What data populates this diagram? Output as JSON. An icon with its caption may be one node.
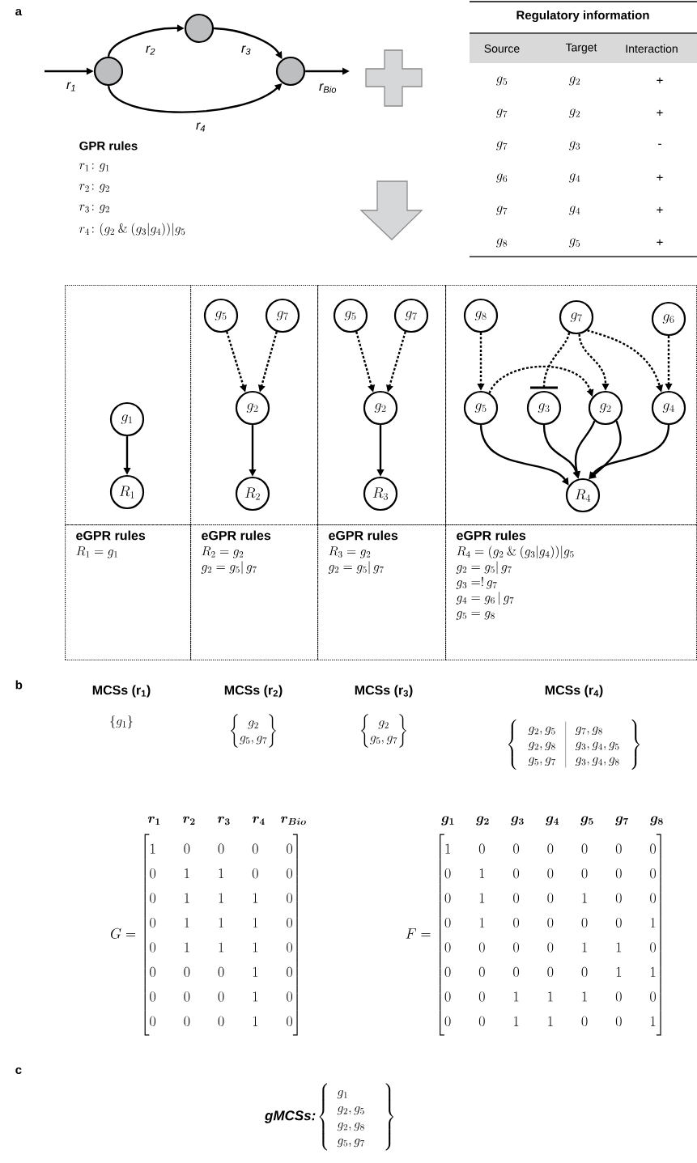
{
  "diagram": {
    "nodes": [
      {
        "text": [],
        "shape": "circle"
      },
      {
        "text": [],
        "shape": "circle"
      },
      {
        "text": [],
        "shape": "circle"
      },
      {
        "text": [],
        "shape": "box"
      },
      {
        "text": [
          "g_1"
        ],
        "in": 3
      },
      {
        "text": [
          "R_1"
        ],
        "in": 3
      },
      {
        "text": [],
        "shape": "box"
      },
      {
        "text": [
          "g_5"
        ],
        "in": 6
      },
      {
        "text": [
          "g_7"
        ],
        "in": 6
      },
      {
        "text": [
          "g_2"
        ],
        "in": 6
      },
      {
        "text": [
          "R_2"
        ],
        "in": 6
      },
      {
        "text": [],
        "shape": "box"
      },
      {
        "text": [
          "g_5"
        ],
        "in": 11
      },
      {
        "text": [
          "g_7"
        ],
        "in": 11
      },
      {
        "text": [
          "g_2"
        ],
        "in": 11
      },
      {
        "text": [
          "R_3"
        ],
        "in": 11
      },
      {
        "text": [],
        "shape": "box"
      },
      {
        "text": [
          "g_8"
        ],
        "in": 16
      },
      {
        "text": [
          "g_7"
        ],
        "in": 16
      },
      {
        "text": [
          "g_6"
        ],
        "in": 16
      },
      {
        "text": [
          "g_5"
        ],
        "in": 16
      },
      {
        "text": [
          "g_3"
        ],
        "in": 16
      },
      {
        "text": [
          "g_2"
        ],
        "in": 16
      },
      {
        "text": [
          "g_4"
        ],
        "in": 16
      },
      {
        "text": [
          "R_4"
        ],
        "in": 16
      },
      {
        "text": [
          "eGPR rules",
          "R_1 = g_1"
        ]
      },
      {
        "text": [
          "eGPR rules",
          "R_2 = g_2",
          "g_2 = g_5|\\, g_7"
        ]
      },
      {
        "text": [
          "eGPR rules",
          "R_3 = g_2",
          "g_2 = g_5|\\, g_7"
        ]
      },
      {
        "text": [
          "eGPR rules",
          "R_4 = (g_2 \\mathbin{\\&} (g_3|g_4))|g_5",
          "g_2 = g_5|\\, g_7",
          "g_3 = !\\, g_7",
          "g_4 = g_6 \\,|\\, g_7",
          "g_5 = g_8"
        ]
      }
    ],
    "edges": [
      {
        "from": null,
        "to": 0,
        "arrow": "to",
        "label": "r$_{1}$"
      },
      {
        "from": 0,
        "to": 1,
        "arrow": "to",
        "label": "r$_{2}$"
      },
      {
        "from": 1,
        "to": 2,
        "arrow": "to",
        "label": "r$_{3}$"
      },
      {
        "from": 0,
        "to": 2,
        "arrow": "to",
        "label": "r$_{4}$"
      },
      {
        "from": 2,
        "to": null,
        "arrow": "to",
        "label": "r$_{Bio}$"
      },
      {
        "from": 4,
        "to": 5,
        "arrow": "to"
      },
      {
        "from": 7,
        "to": 9,
        "arrow": "to",
        "style": "dashed"
      },
      {
        "from": 8,
        "to": 9,
        "arrow": "to",
        "style": "dashed"
      },
      {
        "from": 9,
        "to": 10,
        "arrow": "to"
      },
      {
        "from": 12,
        "to": 14,
        "arrow": "to",
        "style": "dashed"
      },
      {
        "from": 13,
        "to": 14,
        "arrow": "to",
        "style": "dashed"
      },
      {
        "from": 14,
        "to": 15,
        "arrow": "to"
      },
      {
        "from": 17,
        "to": 20,
        "arrow": "to",
        "style": "dashed"
      },
      {
        "from": 18,
        "to": 21,
        "arrow": "other",
        "style": "dashed"
      },
      {
        "from": 18,
        "to": 22,
        "arrow": "to",
        "style": "dashed"
      },
      {
        "from": 18,
        "to": 23,
        "arrow": "to",
        "style": "dashed"
      },
      {
        "from": 19,
        "to": 23,
        "arrow": "to",
        "style": "dashed"
      },
      {
        "from": 20,
        "to": 22,
        "arrow": "to",
        "style": "dashed"
      },
      {
        "from": 20,
        "to": 24,
        "arrow": "to"
      },
      {
        "from": 21,
        "to": 24,
        "arrow": "to"
      },
      {
        "from": 22,
        "to": 24,
        "arrow": "to"
      },
      {
        "from": 22,
        "to": 24,
        "arrow": "to"
      },
      {
        "from": 23,
        "to": 24,
        "arrow": "to"
      }
    ],
    "labels": [
      "a",
      "Regulatory information",
      "Source",
      "Target",
      "Interaction",
      "g_5",
      "g_2",
      "+",
      "g_7",
      "g_2",
      "+",
      "g_7",
      "g_3",
      "-",
      "g_6",
      "g_4",
      "+",
      "g_7",
      "g_4",
      "+",
      "g_8",
      "g_5",
      "+",
      "GPR rules",
      "r_1\\colon g_1",
      "r_2\\colon g_2",
      "r_3\\colon g_2",
      "r_4\\colon (g_2 \\mathbin{\\&} (g_3|g_4))|g_5",
      "b",
      "MCSs (r$_{1}$)",
      "MCSs (r$_{2}$)",
      "MCSs (r$_{3}$)",
      "MCSs (r$_{4}$)",
      "\\left\\{ g_1 \\right\\}",
      "\\left\\{\\begin{matrix} g_2 \\\\ g_5, g_7 \\end{matrix}\\right\\}",
      "\\left\\{\\begin{matrix} g_2 \\\\ g_5, g_7 \\end{matrix}\\right\\}",
      "\\left\\{\\begin{array}{l|l} g_2, g_5 & g_7, g_8 \\\\ g_2, g_8 & g_3, g_4, g_5 \\\\ g_5, g_7 & g_3, g_4, g_8 \\end{array}\\right\\}",
      "\\boldsymbol{r_1}",
      "\\boldsymbol{r_2}",
      "\\boldsymbol{r_3}",
      "\\boldsymbol{r_4}",
      "\\boldsymbol{r_{Bio}}",
      "\\boldsymbol{g_1}",
      "\\boldsymbol{g_2}",
      "\\boldsymbol{g_3}",
      "\\boldsymbol{g_4}",
      "\\boldsymbol{g_5}",
      "\\boldsymbol{g_7}",
      "\\boldsymbol{g_8}",
      "G = \\begin{bmatrix} 1 & 0 & 0 & 0 & 0 \\\\ 0 & 1 & 1 & 0 & 0 \\\\ 0 & 1 & 1 & 1 & 0 \\\\ 0 & 1 & 1 & 1 & 0 \\\\ 0 & 1 & 1 & 1 & 0 \\\\ 0 & 0 & 0 & 1 & 0 \\\\ 0 & 0 & 0 & 1 & 0 \\\\ 0 & 0 & 0 & 1 & 0 \\end{bmatrix}",
      "F = \\begin{bmatrix} 1 & 0 & 0 & 0 & 0 & 0 & 0 \\\\ 0 & 1 & 0 & 0 & 0 & 0 & 0 \\\\ 0 & 1 & 0 & 0 & 1 & 0 & 0 \\\\ 0 & 1 & 0 & 0 & 0 & 0 & 1 \\\\ 0 & 0 & 0 & 0 & 1 & 1 & 0 \\\\ 0 & 0 & 0 & 0 & 0 & 1 & 1 \\\\ 0 & 0 & 1 & 1 & 1 & 0 & 0 \\\\ 0 & 0 & 1 & 1 & 0 & 0 & 1 \\end{bmatrix}",
      "c",
      "gMCSs:",
      "\\left\\{\\;\\begin{array}{l} g_1 \\\\ g_2, g_5 \\\\ g_2, g_8 \\\\ g_5, g_7 \\end{array}\\;\\;\\;\\;\\right\\}"
    ]
  }
}
